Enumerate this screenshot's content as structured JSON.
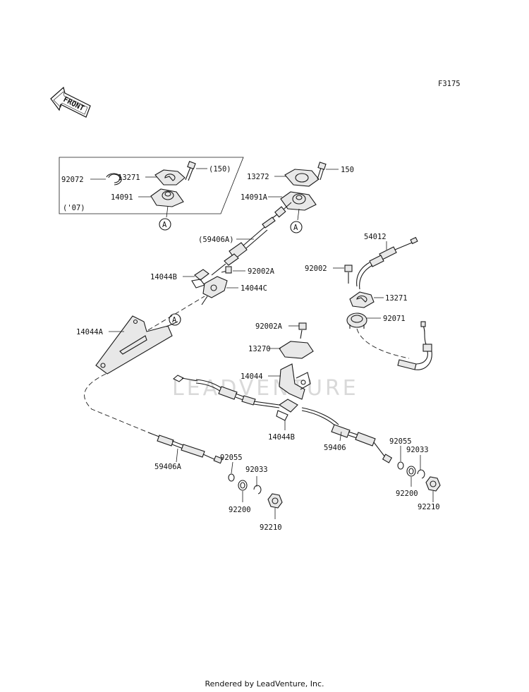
{
  "figure_id": "F3175",
  "front_label": "FRONT",
  "footer": "Rendered by LeadVenture, Inc.",
  "watermark": "LEADVENTURE",
  "callout_letter": "A",
  "inset_note": "('07)",
  "labels": {
    "p92072": "92072",
    "p13271_inset": "13271",
    "p150_inset": "(150)",
    "p14091": "14091",
    "p13272": "13272",
    "p150": "150",
    "p14091A": "14091A",
    "p59406A_top": "(59406A)",
    "p14044B_top": "14044B",
    "p92002A_top": "92002A",
    "p14044C": "14044C",
    "p14044A": "14044A",
    "p54012": "54012",
    "p92002": "92002",
    "p13271": "13271",
    "p92071": "92071",
    "p92002A_mid": "92002A",
    "p13270": "13270",
    "p14044": "14044",
    "p14044B_mid": "14044B",
    "p59406": "59406",
    "p59406A": "59406A",
    "p92055_left": "92055",
    "p92033_left": "92033",
    "p92200_left": "92200",
    "p92210_left": "92210",
    "p92055_right": "92055",
    "p92033_right": "92033",
    "p92200_right": "92200",
    "p92210_right": "92210"
  }
}
